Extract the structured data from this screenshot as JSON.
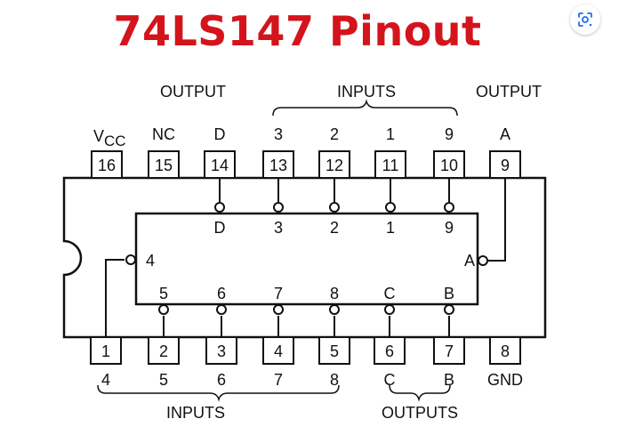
{
  "title": "74LS147 Pinout",
  "lens_icon": "lens-search-icon",
  "colors": {
    "title": "#d4141c",
    "ink": "#111111",
    "lens_accent": "#1a73e8"
  },
  "labels": {
    "output_left": "OUTPUT",
    "inputs_top": "INPUTS",
    "output_right": "OUTPUT",
    "inputs_bottom": "INPUTS",
    "outputs_bottom": "OUTPUTS"
  },
  "top_pins": [
    {
      "num": "16",
      "name": "V",
      "sub": "CC"
    },
    {
      "num": "15",
      "name": "NC"
    },
    {
      "num": "14",
      "name": "D"
    },
    {
      "num": "13",
      "name": "3"
    },
    {
      "num": "12",
      "name": "2"
    },
    {
      "num": "11",
      "name": "1"
    },
    {
      "num": "10",
      "name": "9"
    },
    {
      "num": "9",
      "name": "A"
    }
  ],
  "bottom_pins": [
    {
      "num": "1",
      "name": "4"
    },
    {
      "num": "2",
      "name": "5"
    },
    {
      "num": "3",
      "name": "6"
    },
    {
      "num": "4",
      "name": "7"
    },
    {
      "num": "5",
      "name": "8"
    },
    {
      "num": "6",
      "name": "C"
    },
    {
      "num": "7",
      "name": "B"
    },
    {
      "num": "8",
      "name": "GND"
    }
  ],
  "inner_top_labels": [
    "D",
    "3",
    "2",
    "1",
    "9"
  ],
  "inner_bottom_labels": [
    "5",
    "6",
    "7",
    "8",
    "C",
    "B"
  ],
  "inner_left_label": "4",
  "inner_right_label": "A"
}
